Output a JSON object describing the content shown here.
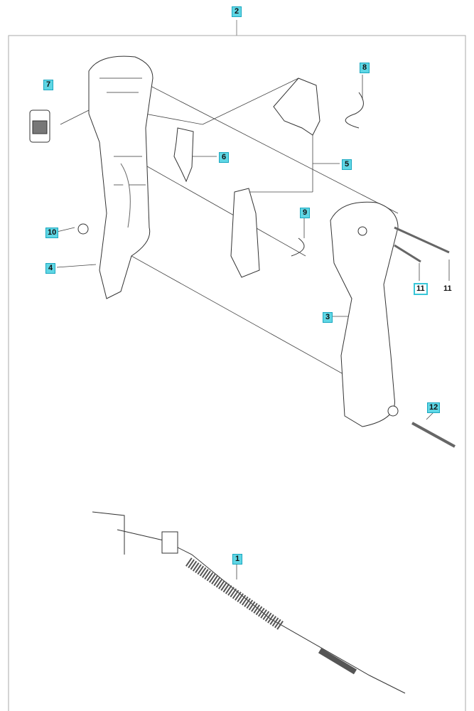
{
  "diagram": {
    "type": "exploded-parts-view",
    "accent_color": "#5fd6e4",
    "callouts": [
      {
        "id": "c2",
        "text": "2"
      },
      {
        "id": "c7",
        "text": "7"
      },
      {
        "id": "c8",
        "text": "8"
      },
      {
        "id": "c6",
        "text": "6"
      },
      {
        "id": "c5",
        "text": "5"
      },
      {
        "id": "c9",
        "text": "9"
      },
      {
        "id": "c10",
        "text": "10"
      },
      {
        "id": "c4",
        "text": "4"
      },
      {
        "id": "c11a",
        "text": "11"
      },
      {
        "id": "c11b",
        "text": "11"
      },
      {
        "id": "c3",
        "text": "3"
      },
      {
        "id": "c12",
        "text": "12"
      },
      {
        "id": "c1",
        "text": "1"
      }
    ]
  }
}
